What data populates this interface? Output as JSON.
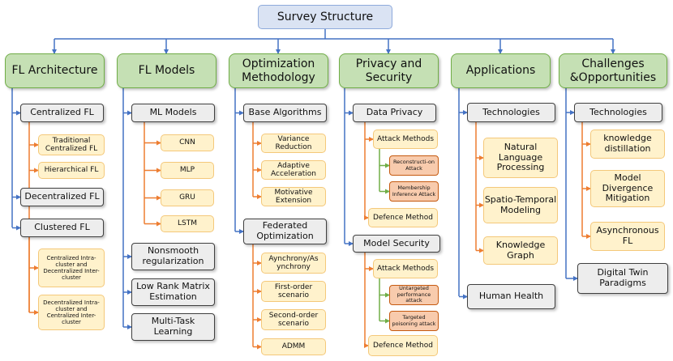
{
  "root": "Survey Structure",
  "categories": {
    "arch": "FL Architecture",
    "models": "FL Models",
    "opt": "Optimization Methodology",
    "priv": "Privacy and Security",
    "apps": "Applications",
    "chal": "Challenges &Opportunities"
  },
  "arch": {
    "centralized": "Centralized FL",
    "traditional": "Traditional Centralized FL",
    "hierarchical": "Hierarchical FL",
    "decentralized": "Decentralized FL",
    "clustered": "Clustered FL",
    "cicd": "Centralized Intra-cluster and Decentralized Inter-cluster",
    "dici": "Decentralized Intra-cluster and Centralized Inter-cluster"
  },
  "models": {
    "ml": "ML Models",
    "cnn": "CNN",
    "mlp": "MLP",
    "gru": "GRU",
    "lstm": "LSTM",
    "nonsmooth": "Nonsmooth regularization",
    "lowrank": "Low Rank Matrix Estimation",
    "multitask": "Multi-Task Learning"
  },
  "opt": {
    "base": "Base Algorithms",
    "variance": "Variance Reduction",
    "adaptive": "Adaptive Acceleration",
    "motivative": "Motivative Extension",
    "federated": "Federated Optimization",
    "async": "Aynchrony/As ynchrony",
    "first": "First-order scenario",
    "second": "Second-order scenario",
    "admm": "ADMM"
  },
  "priv": {
    "data": "Data Privacy",
    "attack1": "Attack Methods",
    "recon": "Reconstructi-on Attack",
    "membership": "Membership Inference Attack",
    "defence1": "Defence Method",
    "model": "Model Security",
    "attack2": "Attack Methods",
    "untargeted": "Untargeted performance attack",
    "targeted": "Targeted poisoning attack",
    "defence2": "Defence Method"
  },
  "apps": {
    "tech": "Technologies",
    "nlp": "Natural Language Processing",
    "spatio": "Spatio-Temporal Modeling",
    "kg": "Knowledge Graph",
    "health": "Human Health"
  },
  "chal": {
    "tech": "Technologies",
    "kd": "knowledge distillation",
    "mdm": "Model Divergence Mitigation",
    "afl": "Asynchronous FL",
    "dt": "Digital Twin Paradigms"
  },
  "colors": {
    "blue_connector": "#4472c4",
    "orange_connector": "#ed7d31",
    "green_connector": "#70ad47"
  }
}
